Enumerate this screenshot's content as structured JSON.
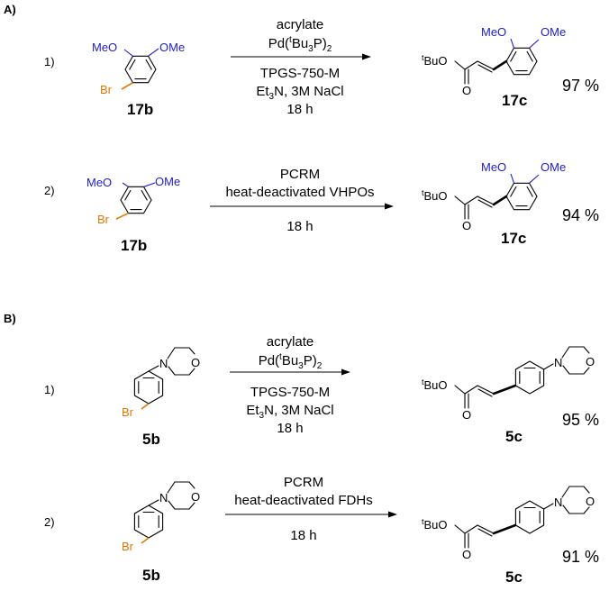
{
  "sections": [
    {
      "id": "A",
      "label": "A)",
      "entries": [
        {
          "number": "1)",
          "substrate": {
            "name": "17b",
            "ome_top": "MeO",
            "ome_right": "OMe",
            "br": "Br"
          },
          "above": [
            "acrylate",
            "Pd(tBu3P)2"
          ],
          "below": [
            "TPGS-750-M",
            "Et3N, 3M NaCl",
            "18 h"
          ],
          "product": {
            "name": "17c",
            "tbuo": "tBuO",
            "o": "O",
            "ome_top": "MeO",
            "ome_right": "OMe"
          },
          "yield": "97 %"
        },
        {
          "number": "2)",
          "substrate": {
            "name": "17b",
            "ome_top": "MeO",
            "ome_right": "OMe",
            "br": "Br"
          },
          "above": [
            "PCRM",
            "heat-deactivated VHPOs"
          ],
          "below": [
            "18 h"
          ],
          "product": {
            "name": "17c",
            "tbuo": "tBuO",
            "o": "O",
            "ome_top": "MeO",
            "ome_right": "OMe"
          },
          "yield": "94 %"
        }
      ]
    },
    {
      "id": "B",
      "label": "B)",
      "entries": [
        {
          "number": "1)",
          "substrate": {
            "name": "5b",
            "n": "N",
            "o": "O",
            "br": "Br"
          },
          "above": [
            "acrylate",
            "Pd(tBu3P)2"
          ],
          "below": [
            "TPGS-750-M",
            "Et3N, 3M NaCl",
            "18 h"
          ],
          "product": {
            "name": "5c",
            "tbuo": "tBuO",
            "o": "O",
            "n": "N",
            "ring_o": "O"
          },
          "yield": "95 %"
        },
        {
          "number": "2)",
          "substrate": {
            "name": "5b",
            "n": "N",
            "o": "O",
            "br": "Br"
          },
          "above": [
            "PCRM",
            "heat-deactivated FDHs"
          ],
          "below": [
            "18 h"
          ],
          "product": {
            "name": "5c",
            "tbuo": "tBuO",
            "o": "O",
            "n": "N",
            "ring_o": "O"
          },
          "yield": "91 %"
        }
      ]
    }
  ]
}
